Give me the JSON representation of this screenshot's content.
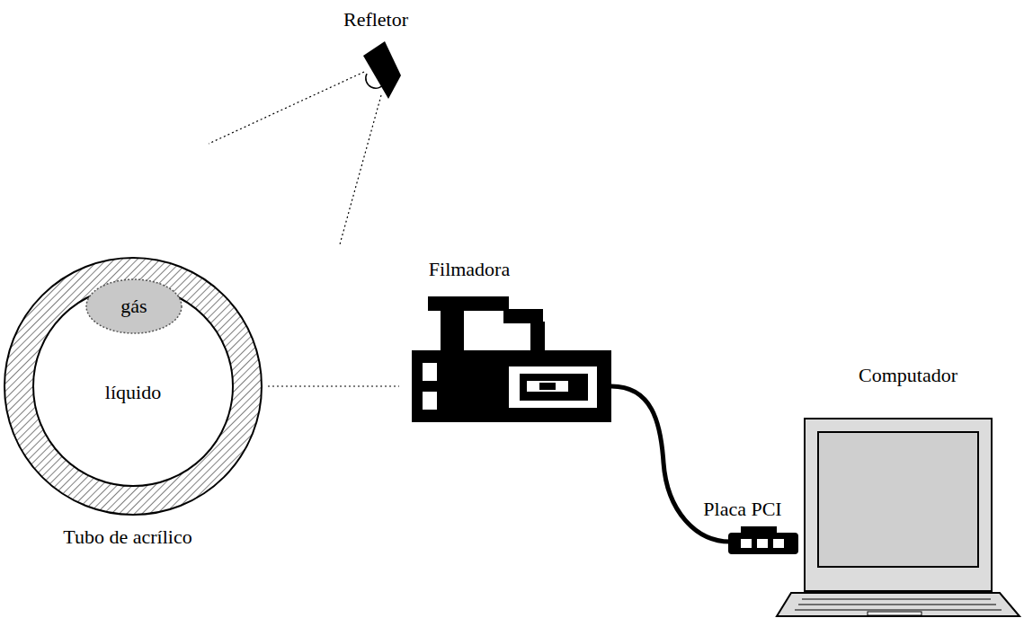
{
  "diagram": {
    "nodes": [
      {
        "text": [
          "líquido",
          "Tubo de acrílico"
        ]
      },
      {
        "text": [
          "gás"
        ],
        "in": 0
      }
    ],
    "labels": [
      "Refletor",
      "Filmadora",
      "Computador",
      "Placa PCI"
    ]
  }
}
